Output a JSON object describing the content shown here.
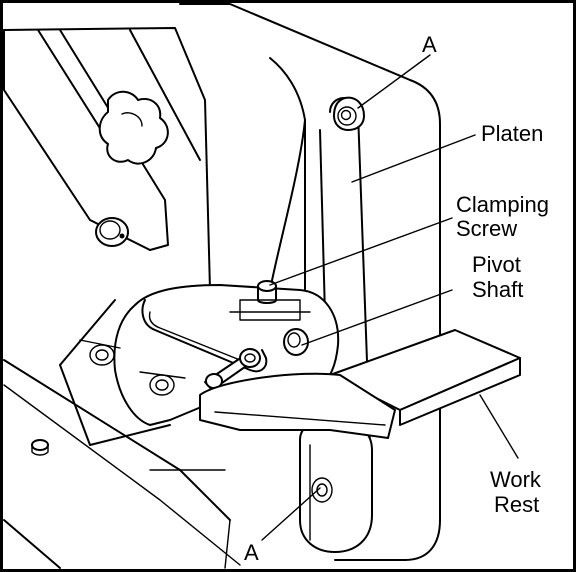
{
  "labels": {
    "a_top": "A",
    "platen": "Platen",
    "clamping_line1": "Clamping",
    "clamping_line2": "Screw",
    "pivot_line1": "Pivot",
    "pivot_line2": "Shaft",
    "work_line1": "Work",
    "work_line2": "Rest",
    "a_bottom": "A"
  },
  "colors": {
    "line": "#000000",
    "background": "#ffffff"
  }
}
